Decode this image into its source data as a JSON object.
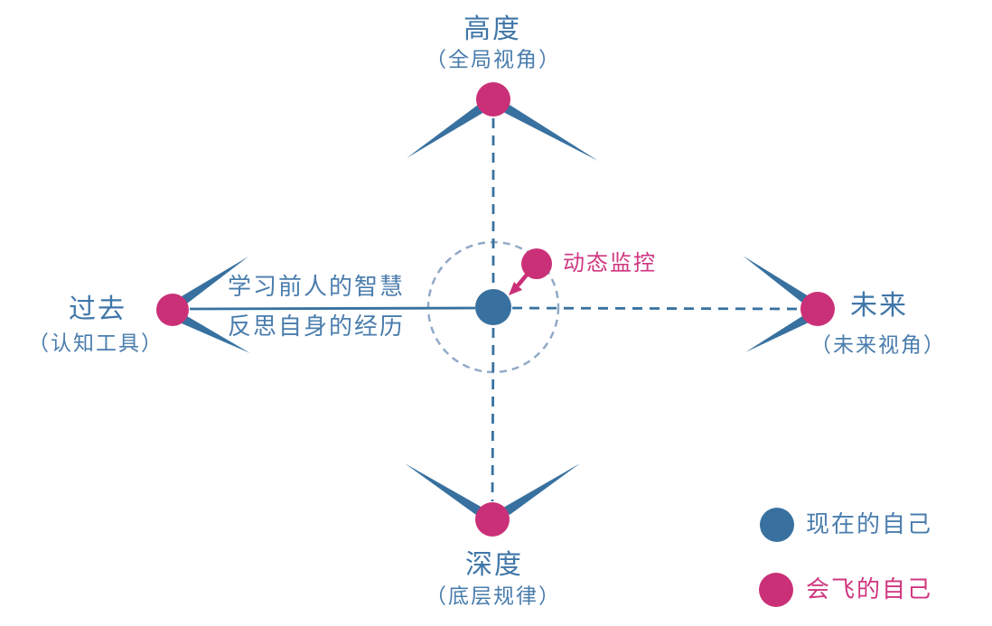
{
  "colors": {
    "blue": "#38719f",
    "blue_text": "#4a7dad",
    "pink": "#ca3077",
    "pink_text": "#cf3680",
    "dashed_circle": "#91a9c7"
  },
  "nodes": {
    "top": {
      "label": "高度",
      "sublabel": "（全局视角）"
    },
    "bottom": {
      "label": "深度",
      "sublabel": "（底层规律）"
    },
    "left": {
      "label": "过去",
      "sublabel": "（认知工具）"
    },
    "right": {
      "label": "未来",
      "sublabel": "（未来视角）"
    }
  },
  "axis_annotations": {
    "upper": "学习前人的智慧",
    "lower": "反思自身的经历"
  },
  "center_annotation": {
    "label": "动态监控"
  },
  "legend": [
    {
      "color": "#38719f",
      "label": "现在的自己"
    },
    {
      "color": "#ca3077",
      "label": "会飞的自己"
    }
  ]
}
